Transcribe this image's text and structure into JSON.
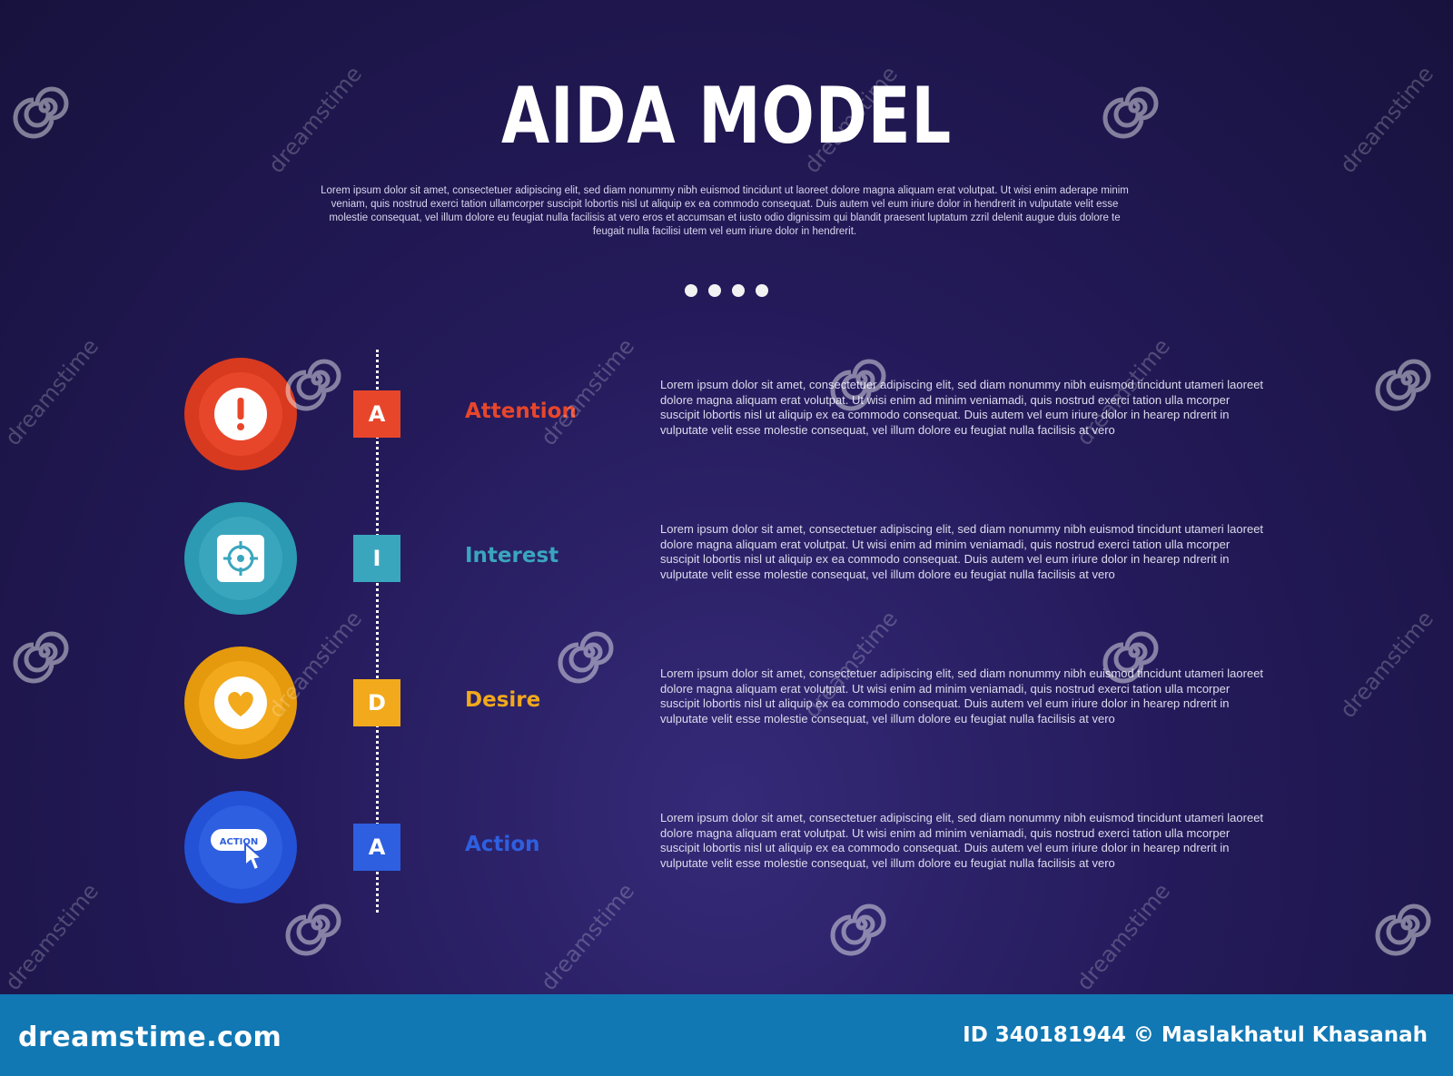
{
  "title": "AIDA MODEL",
  "intro": "Lorem ipsum dolor sit amet, consectetuer adipiscing elit, sed diam nonummy nibh euismod tincidunt ut laoreet dolore magna aliquam erat volutpat. Ut wisi enim aderape minim veniam, quis nostrud exerci tation ullamcorper suscipit lobortis nisl ut aliquip ex ea commodo consequat. Duis autem vel eum iriure dolor in hendrerit in vulputate velit esse molestie consequat, vel illum dolore eu feugiat nulla facilisis at vero eros et accumsan et iusto odio dignissim qui blandit praesent luptatum zzril delenit augue duis dolore te feugait nulla facilisi utem vel eum iriure dolor in hendrerit.",
  "steps": [
    {
      "letter": "A",
      "label": "Attention",
      "icon": "exclamation-icon",
      "color": "#e8462a",
      "ring_color": "#d83a1f",
      "description": "Lorem ipsum dolor sit amet, consectetuer adipiscing elit, sed diam nonummy nibh euismod tincidunt utameri laoreet dolore magna aliquam erat volutpat. Ut wisi enim ad minim veniamadi, quis nostrud exerci tation ulla mcorper suscipit lobortis nisl ut aliquip ex ea commodo consequat. Duis autem vel eum iriure dolor in hearep ndrerit in vulputate velit esse molestie consequat, vel illum dolore eu feugiat nulla facilisis at vero"
    },
    {
      "letter": "I",
      "label": "Interest",
      "icon": "target-icon",
      "color": "#3aa6bd",
      "ring_color": "#2b9ab2",
      "description": "Lorem ipsum dolor sit amet, consectetuer adipiscing elit, sed diam nonummy nibh euismod tincidunt utameri laoreet dolore magna aliquam erat volutpat. Ut wisi enim ad minim veniamadi, quis nostrud exerci tation ulla mcorper suscipit lobortis nisl ut aliquip ex ea commodo consequat. Duis autem vel eum iriure dolor in hearep ndrerit in vulputate velit esse molestie consequat, vel illum dolore eu feugiat nulla facilisis at vero"
    },
    {
      "letter": "D",
      "label": "Desire",
      "icon": "heart-icon",
      "color": "#f2a91c",
      "ring_color": "#e49a0c",
      "description": "Lorem ipsum dolor sit amet, consectetuer adipiscing elit, sed diam nonummy nibh euismod tincidunt utameri laoreet dolore magna aliquam erat volutpat. Ut wisi enim ad minim veniamadi, quis nostrud exerci tation ulla mcorper suscipit lobortis nisl ut aliquip ex ea commodo consequat. Duis autem vel eum iriure dolor in hearep ndrerit in vulputate velit esse molestie consequat, vel illum dolore eu feugiat nulla facilisis at vero"
    },
    {
      "letter": "A",
      "label": "Action",
      "icon": "action-button-cursor-icon",
      "icon_text": "ACTION",
      "color": "#2e5fe0",
      "ring_color": "#2352d6",
      "description": "Lorem ipsum dolor sit amet, consectetuer adipiscing elit, sed diam nonummy nibh euismod tincidunt utameri laoreet dolore magna aliquam erat volutpat. Ut wisi enim ad minim veniamadi, quis nostrud exerci tation ulla mcorper suscipit lobortis nisl ut aliquip ex ea commodo consequat. Duis autem vel eum iriure dolor in hearep ndrerit in vulputate velit esse molestie consequat, vel illum dolore eu feugiat nulla facilisis at vero"
    }
  ],
  "watermark": {
    "text": "dreamstime",
    "icon": "spiral-icon"
  },
  "footer": {
    "brand": "dreamstime.com",
    "credit": "ID 340181944 © Maslakhatul Khasanah",
    "background": "#1178b4"
  }
}
